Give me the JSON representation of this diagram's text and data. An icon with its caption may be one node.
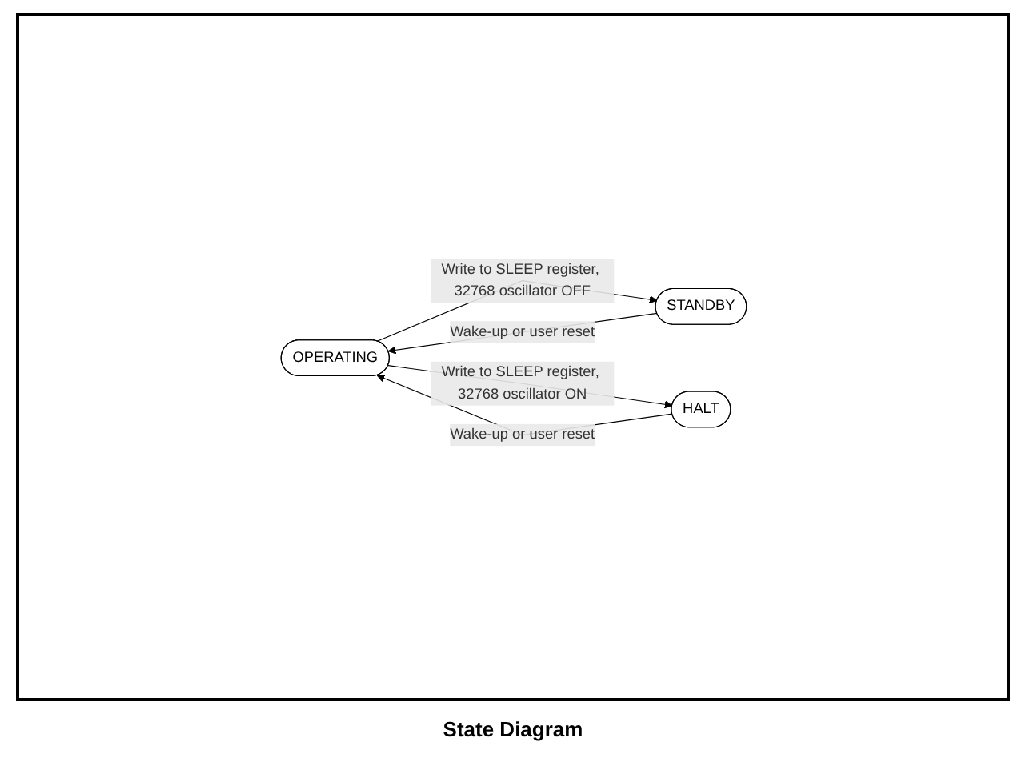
{
  "diagram": {
    "caption": "State Diagram",
    "nodes": [
      {
        "text": [
          "OPERATING"
        ]
      },
      {
        "text": [
          "STANDBY"
        ]
      },
      {
        "text": [
          "HALT"
        ]
      }
    ],
    "edges": [
      {
        "from": 0,
        "to": 1,
        "arrow": "to",
        "label": "Write to SLEEP register, 32768 oscillator OFF"
      },
      {
        "from": 1,
        "to": 0,
        "arrow": "to",
        "label": "Wake-up or user reset"
      },
      {
        "from": 0,
        "to": 2,
        "arrow": "to",
        "label": "Write to SLEEP register, 32768 oscillator ON"
      },
      {
        "from": 2,
        "to": 0,
        "arrow": "to",
        "label": "Wake-up or user reset"
      }
    ]
  }
}
